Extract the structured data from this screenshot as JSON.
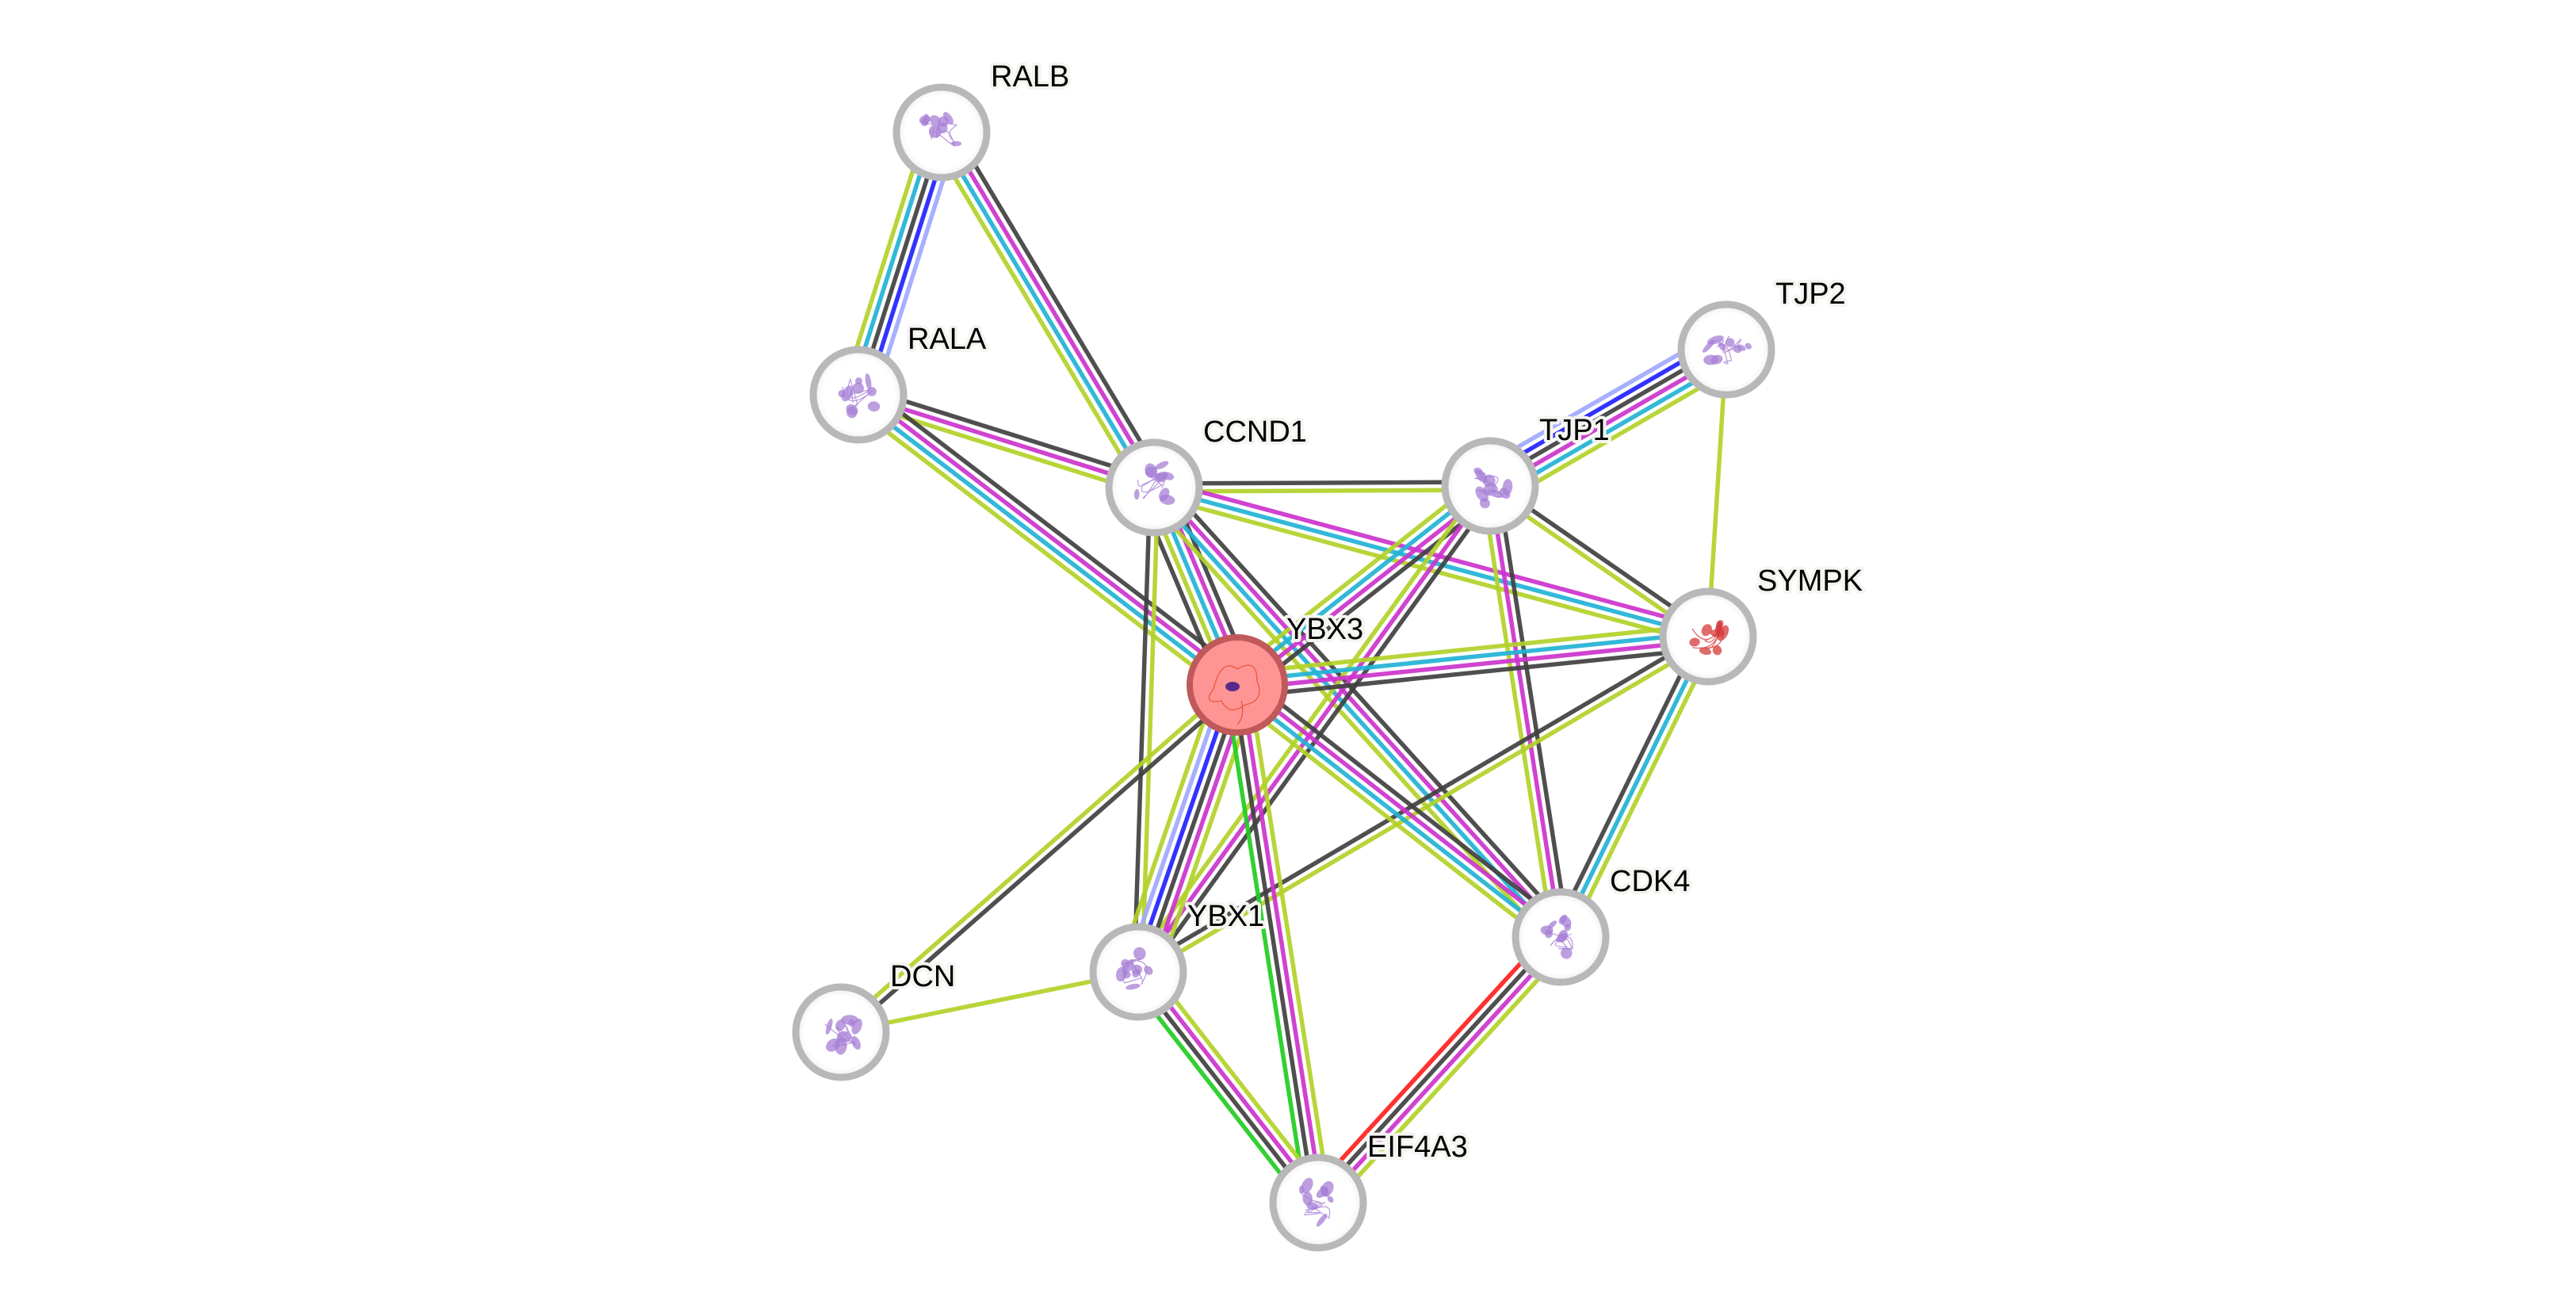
{
  "title": "Protein interaction network",
  "query_protein": "YBX3",
  "edge_colors": {
    "experiments": "#cc33cc",
    "databases": "#22b2d5",
    "textmining": "#b2d128",
    "coexpression": "#404040",
    "gene_fusion": "#ff2020",
    "neighborhood": "#22cc22",
    "homology": "#2222ff",
    "cooccurrence": "#a0a8ff"
  },
  "node_style": {
    "ring_color": "#b8b8b8",
    "query_fill": "#ff9494",
    "query_ring": "#c05a5a",
    "fill": "#ffffff"
  },
  "nodes": [
    {
      "id": "RALB",
      "label": "RALB",
      "query": false,
      "structure_color": "#a77fd6"
    },
    {
      "id": "RALA",
      "label": "RALA",
      "query": false,
      "structure_color": "#a77fd6"
    },
    {
      "id": "CCND1",
      "label": "CCND1",
      "query": false,
      "structure_color": "#a77fd6"
    },
    {
      "id": "TJP1",
      "label": "TJP1",
      "query": false,
      "structure_color": "#a77fd6"
    },
    {
      "id": "TJP2",
      "label": "TJP2",
      "query": false,
      "structure_color": "#a77fd6"
    },
    {
      "id": "SYMPK",
      "label": "SYMPK",
      "query": false,
      "structure_color": "#d63a3a"
    },
    {
      "id": "YBX3",
      "label": "YBX3",
      "query": true,
      "structure_color": "#e86a4a"
    },
    {
      "id": "CDK4",
      "label": "CDK4",
      "query": false,
      "structure_color": "#a77fd6"
    },
    {
      "id": "YBX1",
      "label": "YBX1",
      "query": false,
      "structure_color": "#a77fd6"
    },
    {
      "id": "DCN",
      "label": "DCN",
      "query": false,
      "structure_color": "#a77fd6"
    },
    {
      "id": "EIF4A3",
      "label": "EIF4A3",
      "query": false,
      "structure_color": "#a77fd6"
    }
  ],
  "edges": [
    {
      "source": "RALB",
      "target": "RALA",
      "evidence": [
        "cooccurrence",
        "homology",
        "coexpression",
        "databases",
        "textmining"
      ]
    },
    {
      "source": "RALB",
      "target": "CCND1",
      "evidence": [
        "coexpression",
        "experiments",
        "databases",
        "textmining"
      ]
    },
    {
      "source": "RALA",
      "target": "CCND1",
      "evidence": [
        "coexpression",
        "experiments",
        "textmining"
      ]
    },
    {
      "source": "RALA",
      "target": "YBX3",
      "evidence": [
        "coexpression",
        "experiments",
        "databases",
        "textmining"
      ]
    },
    {
      "source": "CCND1",
      "target": "TJP1",
      "evidence": [
        "coexpression",
        "textmining"
      ]
    },
    {
      "source": "CCND1",
      "target": "SYMPK",
      "evidence": [
        "experiments",
        "databases",
        "textmining"
      ]
    },
    {
      "source": "CCND1",
      "target": "YBX3",
      "evidence": [
        "coexpression",
        "experiments",
        "databases",
        "textmining",
        "coexpression"
      ]
    },
    {
      "source": "CCND1",
      "target": "CDK4",
      "evidence": [
        "coexpression",
        "experiments",
        "databases",
        "textmining"
      ]
    },
    {
      "source": "CCND1",
      "target": "YBX1",
      "evidence": [
        "textmining",
        "coexpression"
      ]
    },
    {
      "source": "TJP1",
      "target": "TJP2",
      "evidence": [
        "cooccurrence",
        "homology",
        "coexpression",
        "experiments",
        "databases",
        "textmining"
      ]
    },
    {
      "source": "TJP1",
      "target": "YBX3",
      "evidence": [
        "coexpression",
        "experiments",
        "databases",
        "textmining"
      ]
    },
    {
      "source": "TJP1",
      "target": "SYMPK",
      "evidence": [
        "coexpression",
        "textmining"
      ]
    },
    {
      "source": "TJP1",
      "target": "CDK4",
      "evidence": [
        "coexpression",
        "experiments",
        "textmining"
      ]
    },
    {
      "source": "TJP1",
      "target": "YBX1",
      "evidence": [
        "coexpression",
        "experiments",
        "textmining"
      ]
    },
    {
      "source": "TJP2",
      "target": "SYMPK",
      "evidence": [
        "textmining"
      ]
    },
    {
      "source": "SYMPK",
      "target": "YBX3",
      "evidence": [
        "coexpression",
        "experiments",
        "databases",
        "textmining"
      ]
    },
    {
      "source": "SYMPK",
      "target": "CDK4",
      "evidence": [
        "textmining",
        "databases",
        "coexpression"
      ]
    },
    {
      "source": "SYMPK",
      "target": "YBX1",
      "evidence": [
        "textmining",
        "coexpression"
      ]
    },
    {
      "source": "YBX3",
      "target": "CDK4",
      "evidence": [
        "coexpression",
        "experiments",
        "databases",
        "textmining"
      ]
    },
    {
      "source": "YBX3",
      "target": "YBX1",
      "evidence": [
        "textmining",
        "experiments",
        "coexpression",
        "homology",
        "cooccurrence",
        "textmining"
      ]
    },
    {
      "source": "YBX3",
      "target": "DCN",
      "evidence": [
        "coexpression",
        "textmining"
      ]
    },
    {
      "source": "YBX3",
      "target": "EIF4A3",
      "evidence": [
        "textmining",
        "experiments",
        "coexpression",
        "neighborhood"
      ]
    },
    {
      "source": "YBX1",
      "target": "DCN",
      "evidence": [
        "textmining"
      ]
    },
    {
      "source": "YBX1",
      "target": "EIF4A3",
      "evidence": [
        "textmining",
        "experiments",
        "coexpression",
        "neighborhood"
      ]
    },
    {
      "source": "CDK4",
      "target": "EIF4A3",
      "evidence": [
        "textmining",
        "experiments",
        "coexpression",
        "gene_fusion"
      ]
    }
  ]
}
